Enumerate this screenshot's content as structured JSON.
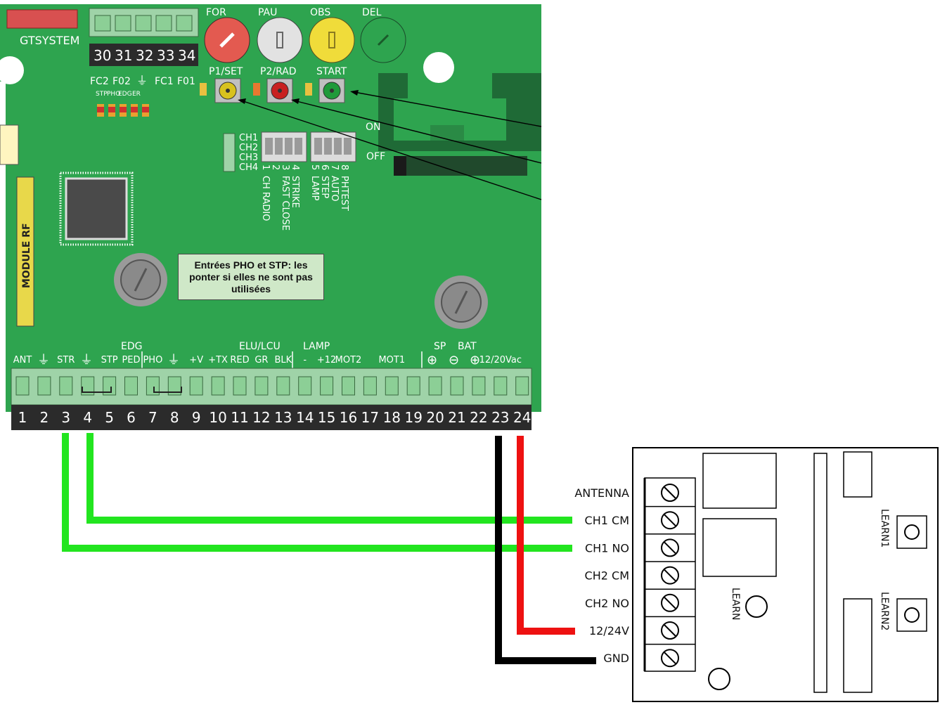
{
  "board": {
    "brand": "GTSYSTEM",
    "module_label": "MODULE RF",
    "aux_terminals": [
      "30",
      "31",
      "32",
      "33",
      "34"
    ],
    "fc_labels": [
      "FC2",
      "F02",
      "FC1",
      "F01"
    ],
    "fc_sub_labels": [
      "STP",
      "PHO",
      "EDG",
      "ER"
    ],
    "trimmers": [
      "FOR",
      "PAU",
      "OBS",
      "DEL"
    ],
    "buttons": [
      {
        "label": "P1/SET",
        "color": "#d8c21e"
      },
      {
        "label": "P2/RAD",
        "color": "#c82020"
      },
      {
        "label": "START",
        "color": "#1f9a3a"
      }
    ],
    "dip_on": "ON",
    "dip_off": "OFF",
    "channels": [
      "CH1",
      "CH2",
      "CH3",
      "CH4"
    ],
    "dip_numbers": [
      "1",
      "2",
      "3",
      "4",
      "5",
      "6",
      "7",
      "8"
    ],
    "dip_functions": [
      "CH RADIO",
      "FAST CLOSE",
      "STRIKE",
      "LAMP",
      "STEP",
      "AUTO",
      "PHTEST"
    ],
    "note": "Entrées PHO et STP: les ponter si elles ne sont pas utilisées",
    "group_labels": {
      "edg": "EDG",
      "elu": "ELU/LCU",
      "lamp": "LAMP",
      "sp": "SP",
      "bat": "BAT"
    },
    "terminal_labels": [
      {
        "n": 1,
        "t": "ANT"
      },
      {
        "n": 3,
        "t": "STR"
      },
      {
        "n": 5,
        "t": "STP"
      },
      {
        "n": 6,
        "t": "PED"
      },
      {
        "n": 7,
        "t": "PHO"
      },
      {
        "n": 9,
        "t": "+V"
      },
      {
        "n": 10,
        "t": "+TX"
      },
      {
        "n": 11,
        "t": "RED"
      },
      {
        "n": 12,
        "t": "GR"
      },
      {
        "n": 13,
        "t": "BLK"
      },
      {
        "n": 14,
        "t": "-"
      },
      {
        "n": 15,
        "t": "+12"
      },
      {
        "n": 16,
        "t": "MOT2"
      },
      {
        "n": 18,
        "t": "MOT1"
      },
      {
        "n": 23,
        "t": "12/20Vac"
      }
    ],
    "terminal_numbers": [
      "1",
      "2",
      "3",
      "4",
      "5",
      "6",
      "7",
      "8",
      "9",
      "10",
      "11",
      "12",
      "13",
      "14",
      "15",
      "16",
      "17",
      "18",
      "19",
      "20",
      "21",
      "22",
      "23",
      "24"
    ],
    "colors": {
      "pcb": "#2ea44f",
      "pcb_dark": "#1e7a39",
      "terminal_strip": "#2b2b2b"
    }
  },
  "receiver": {
    "terminals": [
      "ANTENNA",
      "CH1 CM",
      "CH1 NO",
      "CH2 CM",
      "CH2 NO",
      "12/24V",
      "GND"
    ],
    "buttons": [
      "LEARN1",
      "LEARN2",
      "LEARN"
    ]
  },
  "wires": [
    {
      "from": "4",
      "to": "CH1 CM",
      "color": "#22e51f"
    },
    {
      "from": "3",
      "to": "CH1 NO",
      "color": "#22e51f"
    },
    {
      "from": "24",
      "to": "12/24V",
      "color": "#ee1111"
    },
    {
      "from": "23",
      "to": "GND",
      "color": "#000000"
    }
  ]
}
